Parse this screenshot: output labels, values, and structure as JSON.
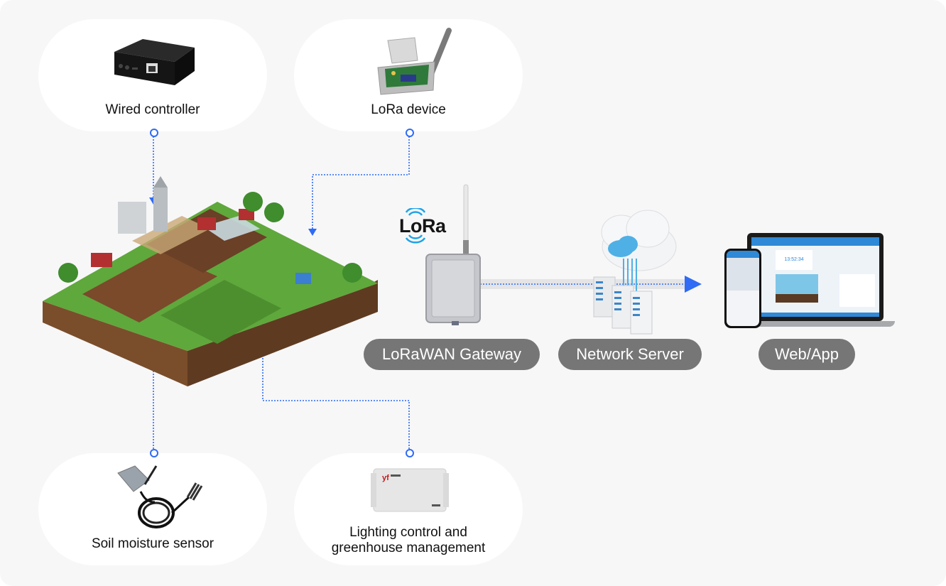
{
  "colors": {
    "background": "#f7f7f8",
    "card": "#ffffff",
    "connector": "#2f6bf5",
    "pill_bg": "#767676",
    "pill_text": "#ffffff",
    "lora_blue": "#1fa3e8",
    "data_band": "#e4e4e6"
  },
  "devices": {
    "wired_controller": {
      "label": "Wired controller",
      "icon": "wired-controller-box-icon"
    },
    "lora_device": {
      "label": "LoRa device",
      "icon": "lora-enclosure-antenna-icon"
    },
    "soil_sensor": {
      "label": "Soil moisture sensor",
      "icon": "soil-probe-icon"
    },
    "lighting": {
      "label_line1": "Lighting control and",
      "label_line2": "greenhouse management",
      "icon": "control-box-icon"
    }
  },
  "farm": {
    "icon": "isometric-smart-farm-icon"
  },
  "pipeline": {
    "lora_logo": "LoRa",
    "gateway_label": "LoRaWAN Gateway",
    "server_label": "Network Server",
    "webapp_label": "Web/App"
  },
  "dashboard": {
    "clock": "13:52:34"
  }
}
